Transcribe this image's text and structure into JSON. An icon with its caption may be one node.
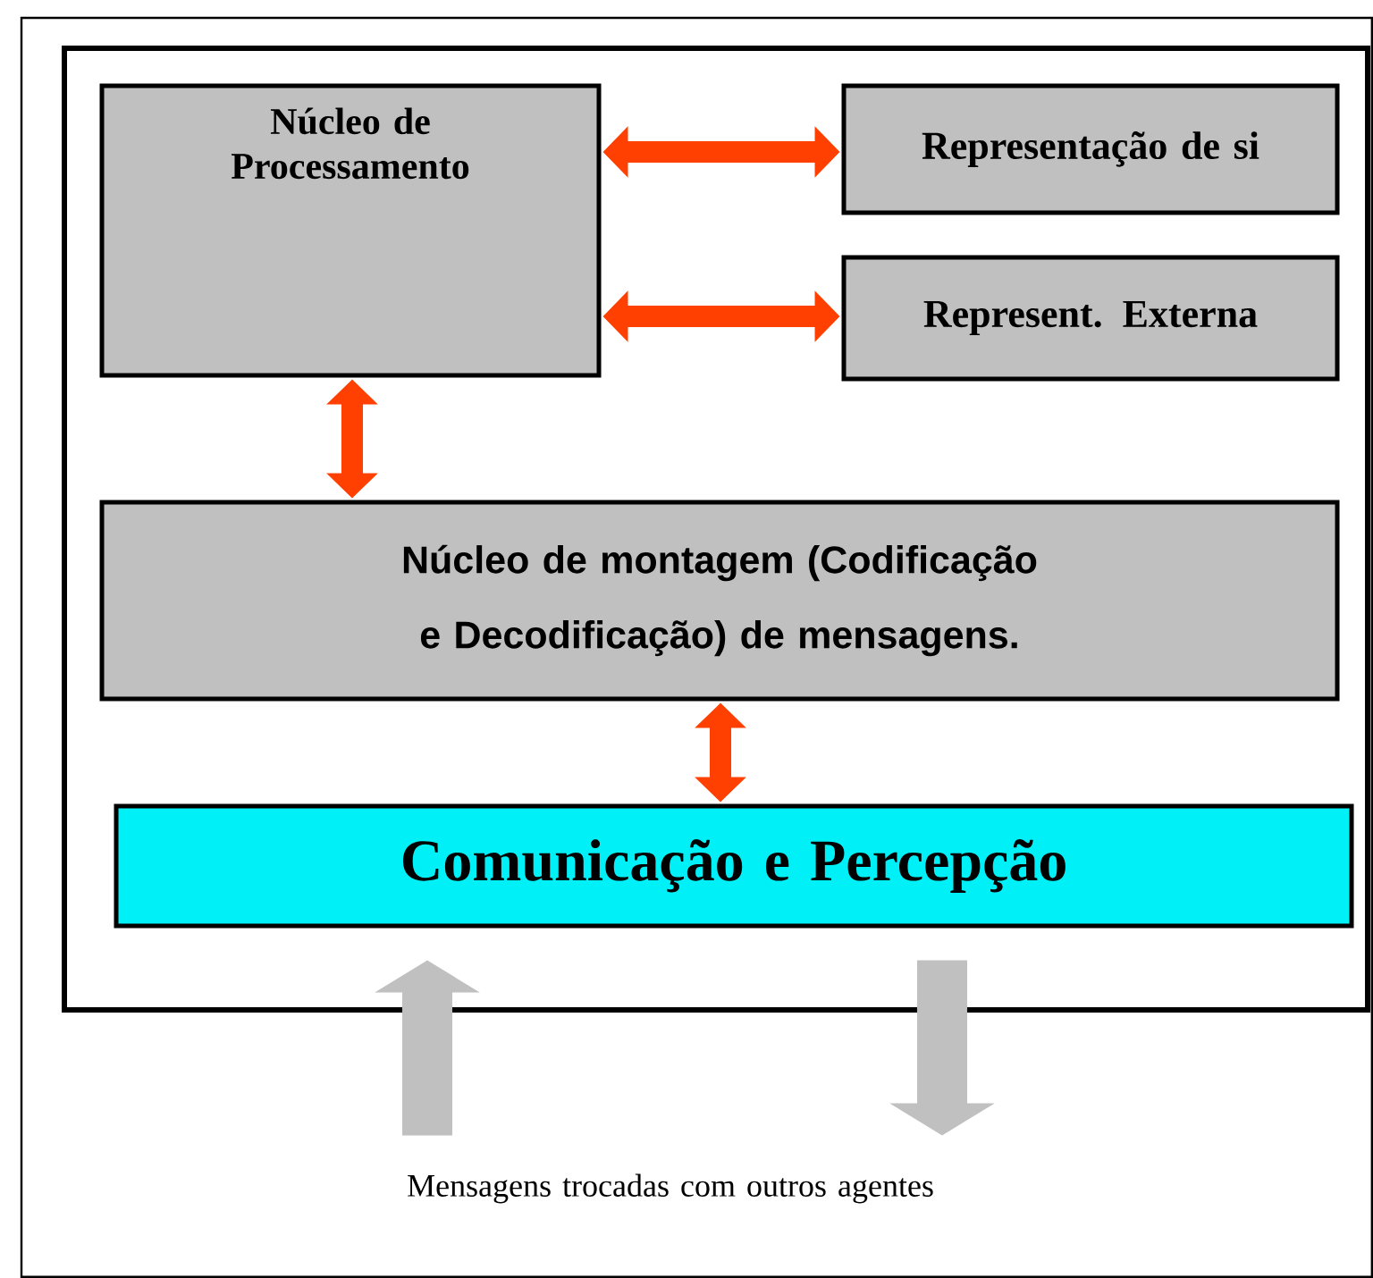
{
  "diagram": {
    "nodes": [
      {
        "text": [],
        "shape": "box"
      },
      {
        "text": [
          "Núcleo de Processamento"
        ],
        "in": 0
      },
      {
        "text": [
          "Representação de si"
        ],
        "in": 0
      },
      {
        "text": [
          "Represent. Externa"
        ],
        "in": 0
      },
      {
        "text": [
          "Núcleo de montagem (Codificação e Decodificação) de mensagens."
        ],
        "in": 0
      },
      {
        "text": [
          "Comunicação e Percepção"
        ],
        "in": 0
      },
      {
        "text": [
          "Mensagens trocadas com outros agentes"
        ]
      }
    ],
    "edges": [
      {
        "from": 1,
        "to": 2,
        "arrow": "both"
      },
      {
        "from": 1,
        "to": 3,
        "arrow": "both"
      },
      {
        "from": 1,
        "to": 4,
        "arrow": "both"
      },
      {
        "from": 4,
        "to": 5,
        "arrow": "both"
      },
      {
        "from": 6,
        "to": 5,
        "arrow": "to",
        "style": "thick",
        "color": "#c0c0c0"
      },
      {
        "from": 5,
        "to": 6,
        "arrow": "to",
        "style": "thick",
        "color": "#c0c0c0"
      }
    ]
  }
}
